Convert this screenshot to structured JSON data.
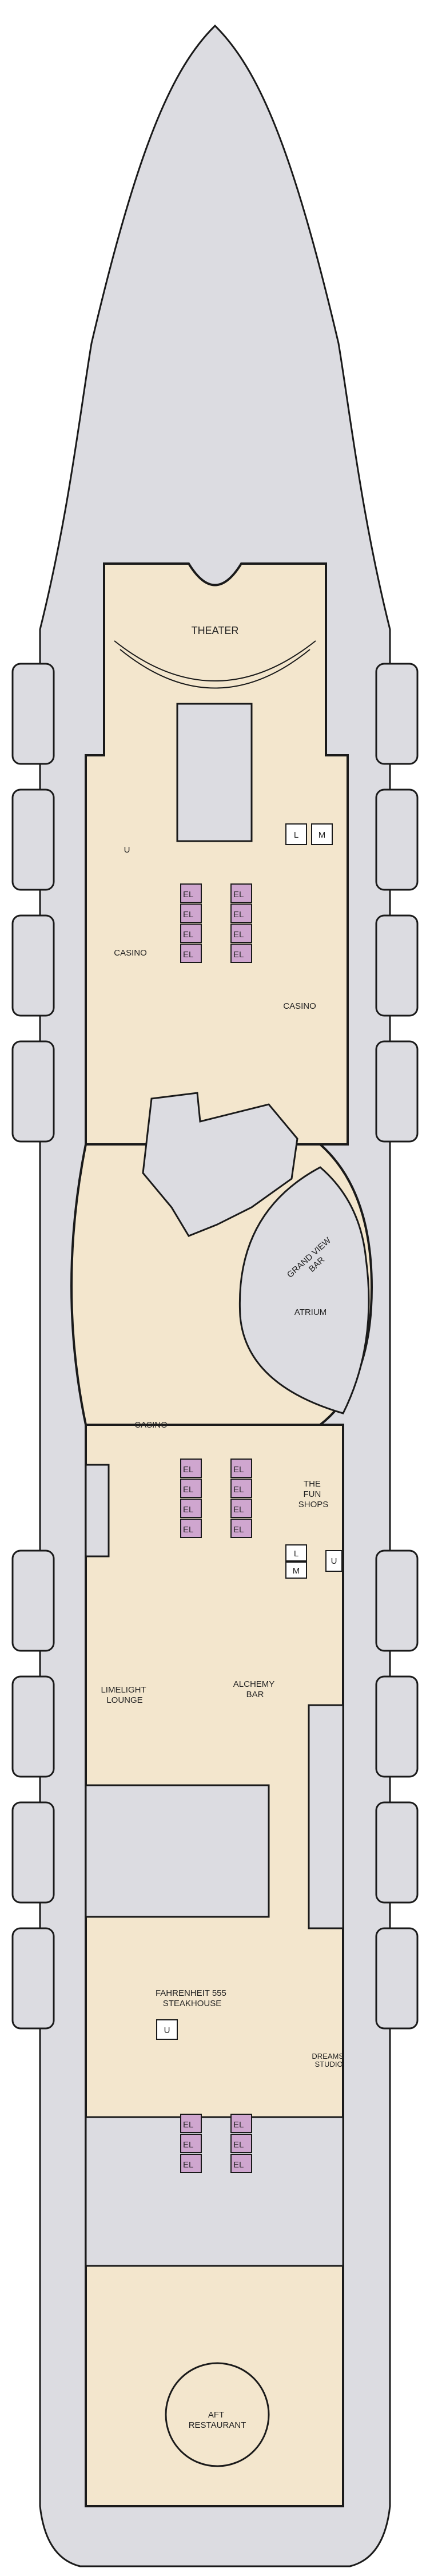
{
  "colors": {
    "hull": "#dcdce1",
    "public": "#f3e6cd",
    "wall": "#1a1a1a",
    "elevator": "#cfa6cf",
    "service": "#dcdce1"
  },
  "labels": {
    "theater": "THEATER",
    "casino_left": "CASINO",
    "casino_right": "CASINO",
    "grand_view_bar": [
      "GRAND VIEW",
      "BAR"
    ],
    "atrium": "ATRIUM",
    "casino_mid": "CASINO",
    "fun_shops": [
      "THE",
      "FUN",
      "SHOPS"
    ],
    "limelight_lounge": [
      "LIMELIGHT",
      "LOUNGE"
    ],
    "alchemy_bar": [
      "ALCHEMY",
      "BAR"
    ],
    "fahrenheit": [
      "FAHRENHEIT 555",
      "STEAKHOUSE"
    ],
    "dreams_studio": [
      "DREAMS",
      "STUDIO"
    ],
    "aft_restaurant": [
      "AFT",
      "RESTAURANT"
    ],
    "restroom_l": "L",
    "restroom_m": "M",
    "restroom_u": "U",
    "elevator": "EL"
  }
}
